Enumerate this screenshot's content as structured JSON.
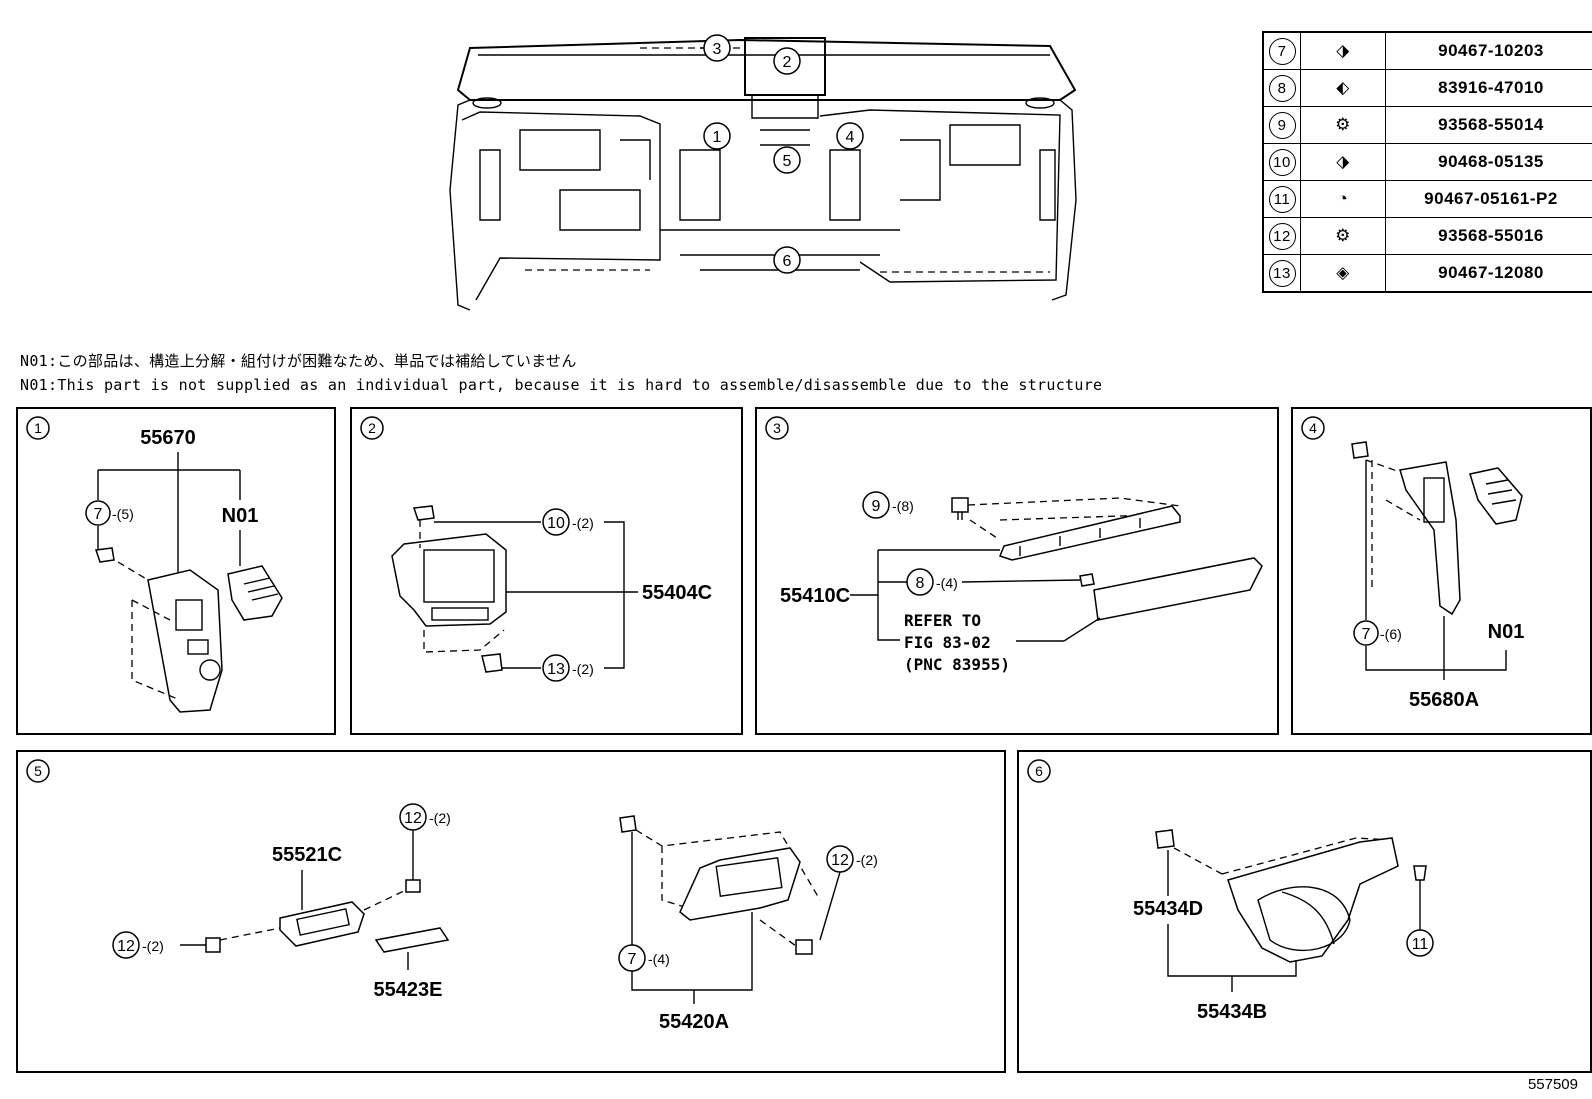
{
  "figure_number": "557509",
  "notes": {
    "jp": "N01:この部品は、構造上分解・組付けが困難なため、単品では補給していません",
    "en": "N01:This part is not supplied as an individual part, because it is hard to assemble/disassemble due to the structure"
  },
  "parts_table": [
    {
      "ref": "7",
      "part_no": "90467-10203"
    },
    {
      "ref": "8",
      "part_no": "83916-47010"
    },
    {
      "ref": "9",
      "part_no": "93568-55014"
    },
    {
      "ref": "10",
      "part_no": "90468-05135"
    },
    {
      "ref": "11",
      "part_no": "90467-05161-P2"
    },
    {
      "ref": "12",
      "part_no": "93568-55016"
    },
    {
      "ref": "13",
      "part_no": "90467-12080"
    }
  ],
  "overview_callouts": [
    "1",
    "2",
    "3",
    "4",
    "5",
    "6"
  ],
  "panels": {
    "p1": {
      "index": "1",
      "assembly": "55670",
      "n01": "N01",
      "clip_ref": "7",
      "clip_qty": "-(5)"
    },
    "p2": {
      "index": "2",
      "assembly": "55404C",
      "ref_a": "10",
      "qty_a": "-(2)",
      "ref_b": "13",
      "qty_b": "-(2)"
    },
    "p3": {
      "index": "3",
      "assembly": "55410C",
      "ref_a": "9",
      "qty_a": "-(8)",
      "ref_b": "8",
      "qty_b": "-(4)",
      "refer_1": "REFER TO",
      "refer_2": "FIG 83-02",
      "refer_3": "(PNC 83955)"
    },
    "p4": {
      "index": "4",
      "assembly": "55680A",
      "n01": "N01",
      "clip_ref": "7",
      "clip_qty": "-(6)"
    },
    "p5": {
      "index": "5",
      "part_a": "55521C",
      "part_b": "55423E",
      "part_c": "55420A",
      "ref_12": "12",
      "qty_12": "-(2)",
      "ref_7": "7",
      "qty_7": "-(4)"
    },
    "p6": {
      "index": "6",
      "part_a": "55434D",
      "part_b": "55434B",
      "ref_11": "11"
    }
  }
}
